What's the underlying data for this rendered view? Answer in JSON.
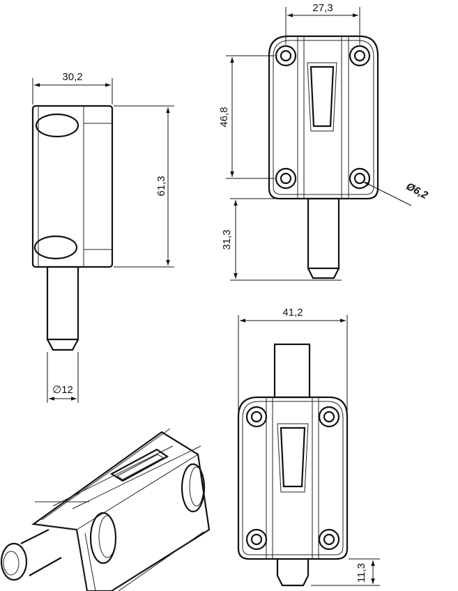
{
  "dimensions": {
    "side_width": "30,2",
    "side_height": "61,3",
    "pin_diameter": "∅12",
    "front_hole_spacing_x": "27,3",
    "front_hole_spacing_y": "46,8",
    "hole_diameter": "Ø6,2",
    "pin_length": "31,3",
    "bottom_width": "41,2",
    "bottom_pin_length": "11,3"
  }
}
